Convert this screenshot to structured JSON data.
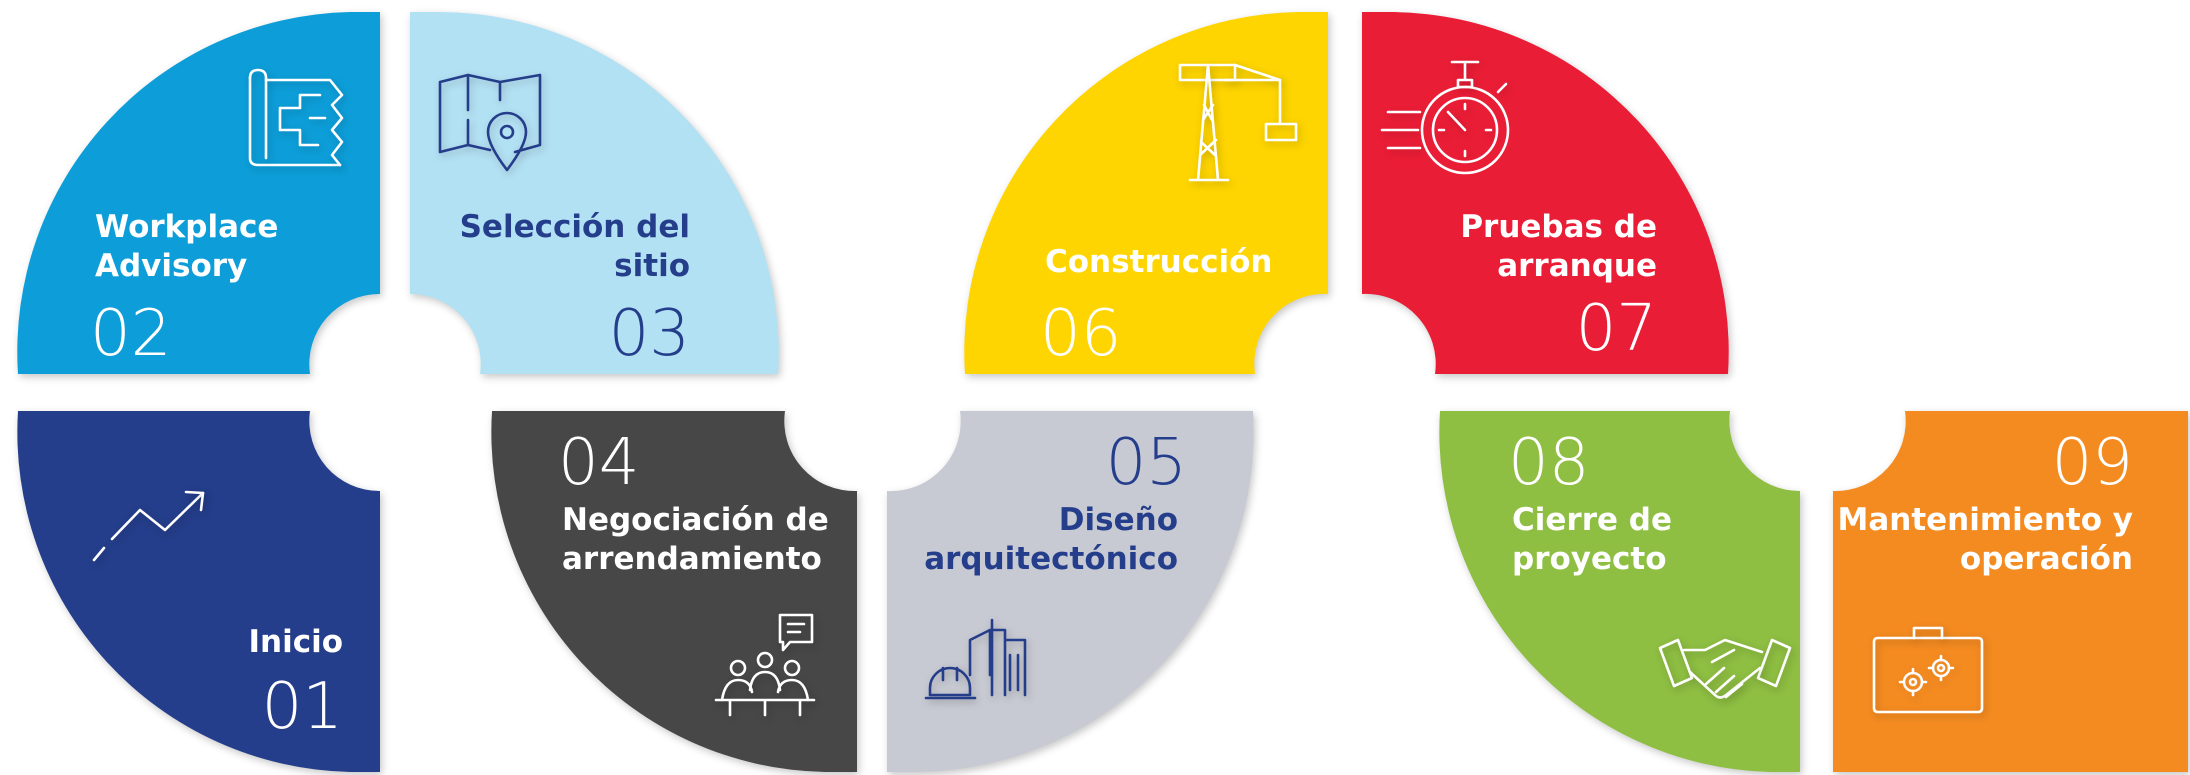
{
  "colors": {
    "blue_dark": "#253e8b",
    "blue_mid": "#0d9ed9",
    "blue_light": "#b3e1f4",
    "charcoal": "#474748",
    "grey_light": "#c8cad3",
    "yellow": "#fed500",
    "red": "#ea1d36",
    "green": "#8ebe42",
    "orange": "#f48b21"
  },
  "steps": [
    {
      "number": "01",
      "line1": "Inicio",
      "line2": "",
      "icon": "trend-up-icon"
    },
    {
      "number": "02",
      "line1": "Workplace",
      "line2": "Advisory",
      "icon": "blueprint-icon"
    },
    {
      "number": "03",
      "line1": "Selección del",
      "line2": "sitio",
      "icon": "map-pin-icon"
    },
    {
      "number": "04",
      "line1": "Negociación de",
      "line2": "arrendamiento",
      "icon": "meeting-icon"
    },
    {
      "number": "05",
      "line1": "Diseño",
      "line2": "arquitectónico",
      "icon": "buildings-helmet-icon"
    },
    {
      "number": "06",
      "line1": "Construcción",
      "line2": "",
      "icon": "crane-icon"
    },
    {
      "number": "07",
      "line1": "Pruebas de",
      "line2": "arranque",
      "icon": "stopwatch-icon"
    },
    {
      "number": "08",
      "line1": "Cierre de",
      "line2": "proyecto",
      "icon": "handshake-icon"
    },
    {
      "number": "09",
      "line1": "Mantenimiento y",
      "line2": "operación",
      "icon": "toolbox-icon"
    }
  ]
}
